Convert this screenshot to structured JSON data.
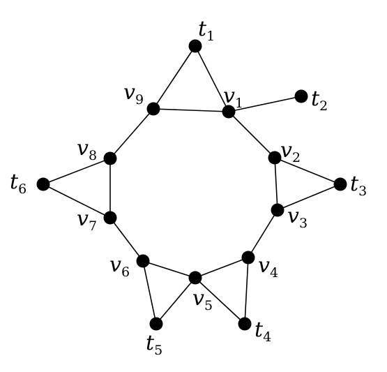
{
  "graph": {
    "nodes": [
      {
        "id": "t1",
        "base": "t",
        "sub": "1"
      },
      {
        "id": "v1",
        "base": "v",
        "sub": "1"
      },
      {
        "id": "t2",
        "base": "t",
        "sub": "2"
      },
      {
        "id": "v9",
        "base": "v",
        "sub": "9"
      },
      {
        "id": "v8",
        "base": "v",
        "sub": "8"
      },
      {
        "id": "v2",
        "base": "v",
        "sub": "2"
      },
      {
        "id": "t6",
        "base": "t",
        "sub": "6"
      },
      {
        "id": "t3",
        "base": "t",
        "sub": "3"
      },
      {
        "id": "v3",
        "base": "v",
        "sub": "3"
      },
      {
        "id": "v7",
        "base": "v",
        "sub": "7"
      },
      {
        "id": "v4",
        "base": "v",
        "sub": "4"
      },
      {
        "id": "v6",
        "base": "v",
        "sub": "6"
      },
      {
        "id": "v5",
        "base": "v",
        "sub": "5"
      },
      {
        "id": "t5",
        "base": "t",
        "sub": "5"
      },
      {
        "id": "t4",
        "base": "t",
        "sub": "4"
      }
    ],
    "edges": [
      [
        "t1",
        "v9"
      ],
      [
        "t1",
        "v1"
      ],
      [
        "v9",
        "v1"
      ],
      [
        "v1",
        "t2"
      ],
      [
        "v1",
        "v2"
      ],
      [
        "v2",
        "v3"
      ],
      [
        "v2",
        "t3"
      ],
      [
        "v3",
        "t3"
      ],
      [
        "v3",
        "v4"
      ],
      [
        "v4",
        "v5"
      ],
      [
        "v4",
        "t4"
      ],
      [
        "v5",
        "t4"
      ],
      [
        "v5",
        "v6"
      ],
      [
        "v6",
        "t5"
      ],
      [
        "v5",
        "t5"
      ],
      [
        "v6",
        "v7"
      ],
      [
        "v7",
        "v8"
      ],
      [
        "v7",
        "t6"
      ],
      [
        "v8",
        "t6"
      ],
      [
        "v8",
        "v9"
      ]
    ]
  }
}
